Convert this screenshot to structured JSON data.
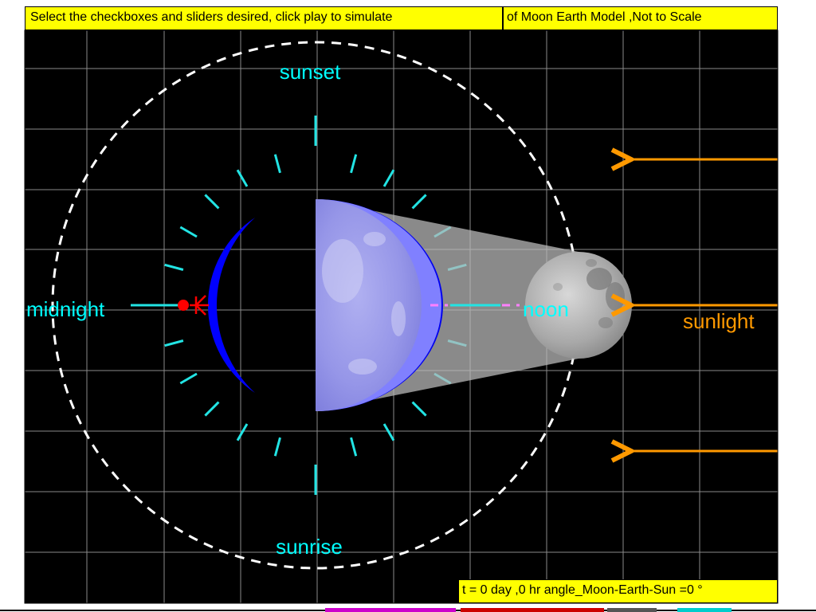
{
  "header": {
    "instruction": "Select the checkboxes and sliders desired, click play to simulate",
    "title": "of Moon Earth Model ,Not to Scale"
  },
  "labels": {
    "sunset": "sunset",
    "sunrise": "sunrise",
    "midnight": "midnight",
    "noon": "noon",
    "sunlight": "sunlight"
  },
  "status": {
    "text": "t = 0 day ,0 hr angle_Moon-Earth-Sun =0 °"
  },
  "simulation": {
    "time_days": 0,
    "time_hours": 0,
    "angle_moon_earth_sun_deg": 0
  },
  "colors": {
    "background": "#000000",
    "grid": "#808080",
    "banner": "#ffff00",
    "label_cyan": "#00ffff",
    "tick_cyan": "#22e4e4",
    "sunlight_orange": "#ff9900",
    "orbit": "#ffffff",
    "earth_crescent": "#0000ff",
    "earth_lit": "#8080ff",
    "marker_red": "#ff0000",
    "noon_dash_pink": "#ff80ff"
  },
  "bottom_controls": [
    {
      "name": "control-magenta",
      "color": "#cc00cc"
    },
    {
      "name": "control-red",
      "color": "#cc0000"
    },
    {
      "name": "control-gray",
      "color": "#555555"
    },
    {
      "name": "control-cyan",
      "color": "#00cccc"
    }
  ]
}
